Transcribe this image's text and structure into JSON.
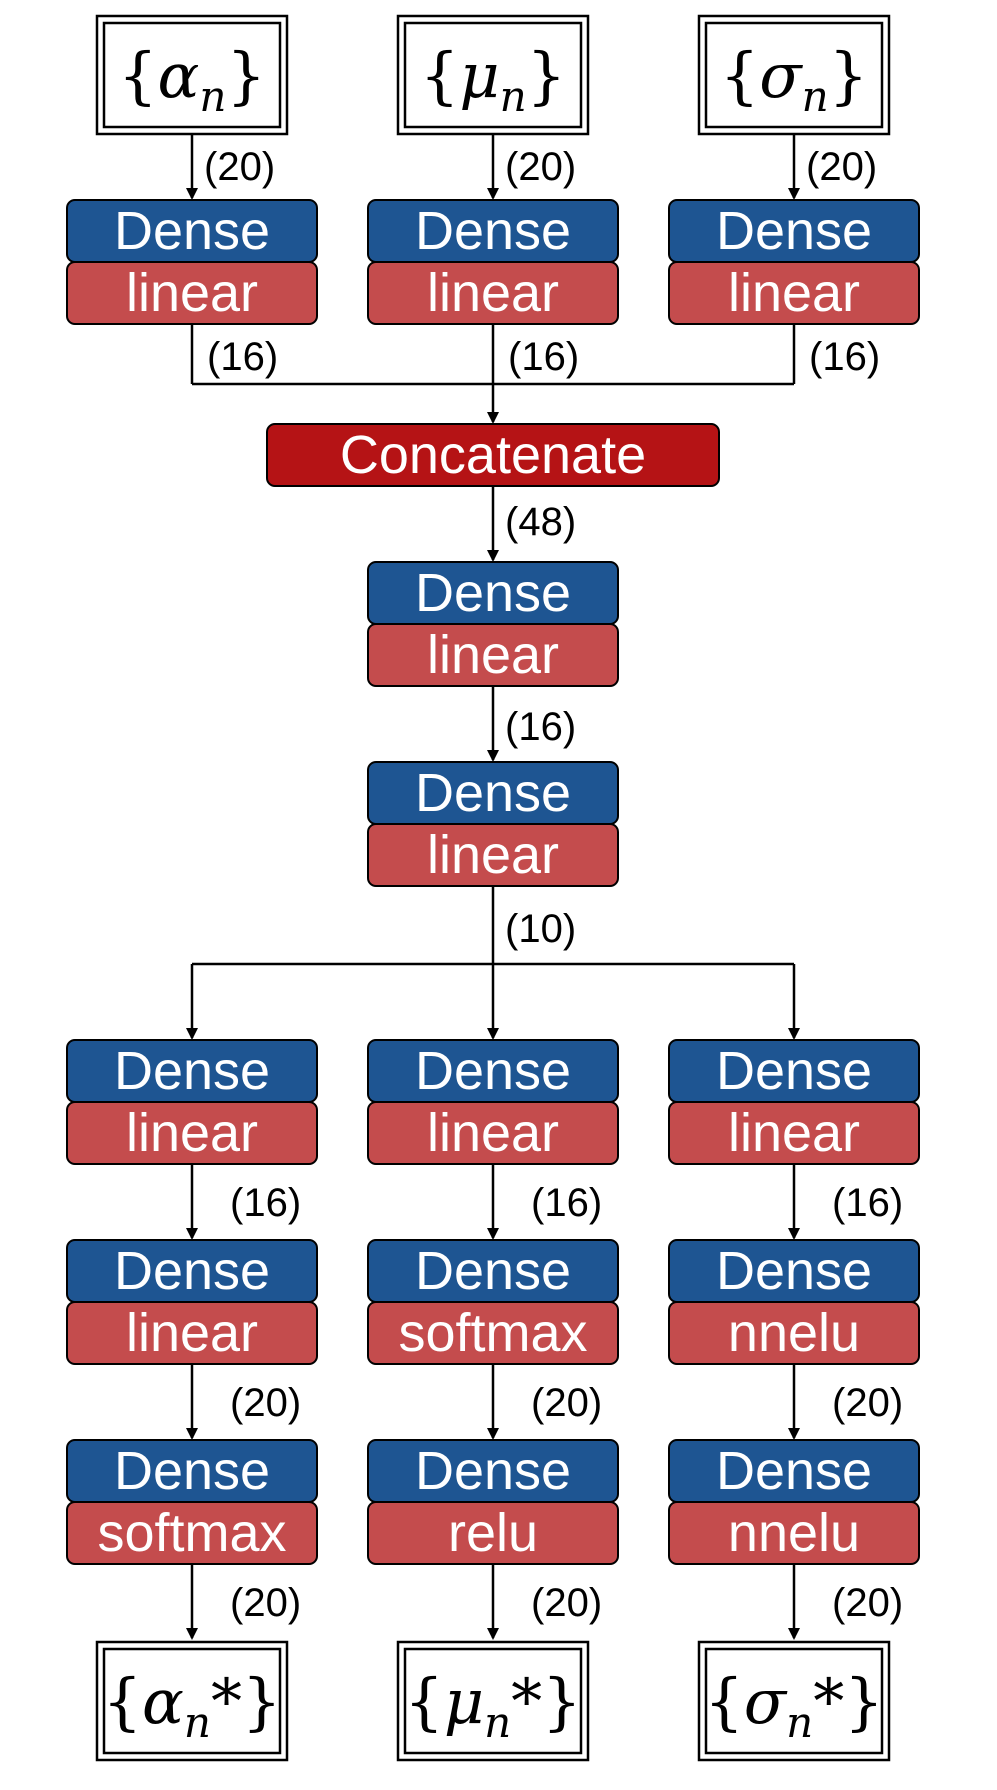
{
  "colors": {
    "dense_top": "#1e5592",
    "activation_bottom": "#c44c4d",
    "concatenate": "#b51315",
    "stroke": "#000000",
    "text_on_block": "#ffffff"
  },
  "inputs": [
    {
      "base": "α",
      "sub": "n",
      "suffix": ""
    },
    {
      "base": "μ",
      "sub": "n",
      "suffix": ""
    },
    {
      "base": "σ",
      "sub": "n",
      "suffix": ""
    }
  ],
  "outputs": [
    {
      "base": "α",
      "sub": "n",
      "suffix": "*"
    },
    {
      "base": "μ",
      "sub": "n",
      "suffix": "*"
    },
    {
      "base": "σ",
      "sub": "n",
      "suffix": "*"
    }
  ],
  "input_dims": [
    "(20)",
    "(20)",
    "(20)"
  ],
  "input_layers": [
    {
      "top": "Dense",
      "bottom": "linear"
    },
    {
      "top": "Dense",
      "bottom": "linear"
    },
    {
      "top": "Dense",
      "bottom": "linear"
    }
  ],
  "input_layer_dims": [
    "(16)",
    "(16)",
    "(16)"
  ],
  "concatenate": {
    "label": "Concatenate",
    "dim": "(48)"
  },
  "trunk_layers": [
    {
      "top": "Dense",
      "bottom": "linear",
      "dim": "(16)"
    },
    {
      "top": "Dense",
      "bottom": "linear",
      "dim": "(10)"
    }
  ],
  "branches": [
    {
      "layers": [
        {
          "top": "Dense",
          "bottom": "linear"
        },
        {
          "top": "Dense",
          "bottom": "linear"
        },
        {
          "top": "Dense",
          "bottom": "softmax"
        }
      ],
      "dims": [
        "(16)",
        "(20)",
        "(20)"
      ]
    },
    {
      "layers": [
        {
          "top": "Dense",
          "bottom": "linear"
        },
        {
          "top": "Dense",
          "bottom": "softmax"
        },
        {
          "top": "Dense",
          "bottom": "relu"
        }
      ],
      "dims": [
        "(16)",
        "(20)",
        "(20)"
      ]
    },
    {
      "layers": [
        {
          "top": "Dense",
          "bottom": "linear"
        },
        {
          "top": "Dense",
          "bottom": "nnelu"
        },
        {
          "top": "Dense",
          "bottom": "nnelu"
        }
      ],
      "dims": [
        "(16)",
        "(20)",
        "(20)"
      ]
    }
  ]
}
